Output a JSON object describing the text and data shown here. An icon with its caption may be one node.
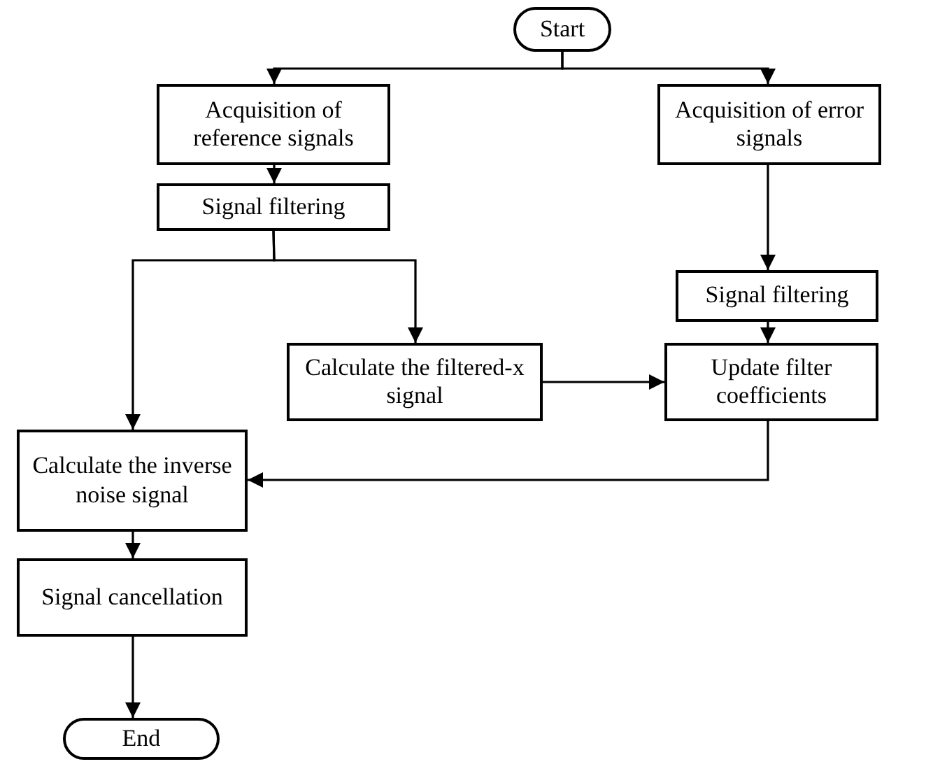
{
  "diagram": {
    "nodes": [
      {
        "text": [
          "Start"
        ]
      },
      {
        "text": [
          "Acquisition of reference signals"
        ]
      },
      {
        "text": [
          "Acquisition of error signals"
        ]
      },
      {
        "text": [
          "Signal filtering"
        ]
      },
      {
        "text": [
          "Signal filtering"
        ]
      },
      {
        "text": [
          "Calculate the filtered-x signal"
        ]
      },
      {
        "text": [
          "Update filter coefficients"
        ]
      },
      {
        "text": [
          "Calculate the inverse noise signal"
        ]
      },
      {
        "text": [
          "Signal cancellation"
        ]
      },
      {
        "text": [
          "End"
        ]
      }
    ],
    "edges": [
      {
        "from": 0,
        "to": 1,
        "arrow": "to"
      },
      {
        "from": 0,
        "to": 2,
        "arrow": "to"
      },
      {
        "from": 1,
        "to": 3,
        "arrow": "to"
      },
      {
        "from": 2,
        "to": 4,
        "arrow": "to"
      },
      {
        "from": 3,
        "to": 7,
        "arrow": "to"
      },
      {
        "from": 3,
        "to": 5,
        "arrow": "to"
      },
      {
        "from": 4,
        "to": 6,
        "arrow": "to"
      },
      {
        "from": 5,
        "to": 6,
        "arrow": "to"
      },
      {
        "from": 6,
        "to": 7,
        "arrow": "to"
      },
      {
        "from": 7,
        "to": 8,
        "arrow": "to"
      },
      {
        "from": 8,
        "to": 9,
        "arrow": "to"
      }
    ]
  }
}
